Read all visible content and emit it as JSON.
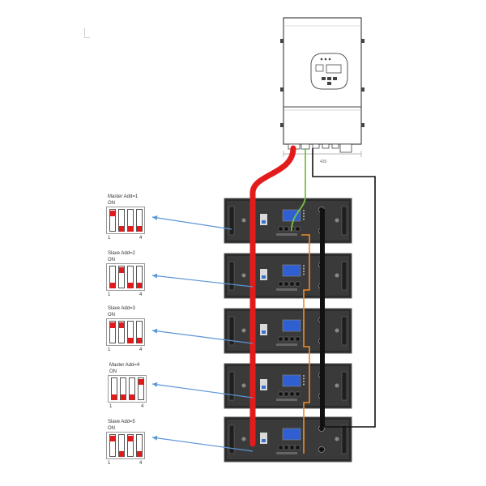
{
  "dip_switches": [
    {
      "label": "Master Add=1",
      "on_label": "ON",
      "left_num": "1",
      "right_num": "4",
      "states": [
        1,
        0,
        0,
        0
      ]
    },
    {
      "label": "Slave Add=2",
      "on_label": "ON",
      "left_num": "1",
      "right_num": "4",
      "states": [
        0,
        1,
        0,
        0
      ]
    },
    {
      "label": "Slave Add=3",
      "on_label": "ON",
      "left_num": "1",
      "right_num": "4",
      "states": [
        1,
        1,
        0,
        0
      ]
    },
    {
      "label": "Master Add=4",
      "on_label": "ON",
      "left_num": "1",
      "right_num": "4",
      "states": [
        0,
        0,
        0,
        1
      ]
    },
    {
      "label": "Slave Add=5",
      "on_label": "ON",
      "left_num": "1",
      "right_num": "4",
      "states": [
        1,
        0,
        1,
        0
      ]
    }
  ],
  "inverter": {
    "dimension_text": "420"
  },
  "colors": {
    "positive_cable": "#e31b1b",
    "negative_cable": "#111111",
    "comm_cable_inverter": "#7ac143",
    "comm_cable_batteries": "#f08a24",
    "pointer_arrow": "#5b95d6",
    "battery_body": "#3a3a3a",
    "battery_display": "#2f5fd0",
    "dip_switch_on": "#e11b1b"
  }
}
